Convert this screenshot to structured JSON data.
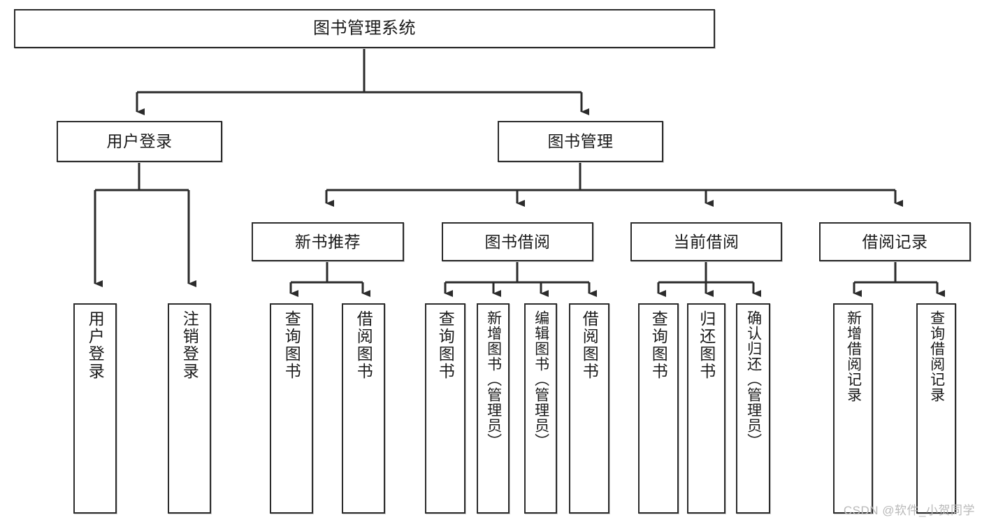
{
  "diagram": {
    "title": "图书管理系统",
    "type": "tree",
    "orientation": "top-down",
    "colors": {
      "background": "#ffffff",
      "node_fill": "#ffffff",
      "node_border": "#2b2b2b",
      "edge": "#2b2b2b",
      "text": "#1a1a1a",
      "watermark": "#b9b9b9"
    },
    "nodes": {
      "root": {
        "label": "图书管理系统"
      },
      "level2": [
        {
          "id": "user-login",
          "label": "用户登录"
        },
        {
          "id": "book-manage",
          "label": "图书管理"
        }
      ],
      "level3": [
        {
          "id": "new-book-recommend",
          "label": "新书推荐"
        },
        {
          "id": "book-borrow",
          "label": "图书借阅"
        },
        {
          "id": "current-borrow",
          "label": "当前借阅"
        },
        {
          "id": "borrow-record",
          "label": "借阅记录"
        }
      ],
      "leaves": {
        "user-login": [
          {
            "id": "leaf-user-login",
            "label": "用户登录"
          },
          {
            "id": "leaf-logout-login",
            "label": "注销登录"
          }
        ],
        "new-book-recommend": [
          {
            "id": "leaf-query-book-1",
            "label": "查询图书"
          },
          {
            "id": "leaf-borrow-book-1",
            "label": "借阅图书"
          }
        ],
        "book-borrow": [
          {
            "id": "leaf-query-book-2",
            "label": "查询图书"
          },
          {
            "id": "leaf-add-book",
            "label": "新增图书（管理员）"
          },
          {
            "id": "leaf-edit-book",
            "label": "编辑图书（管理员）"
          },
          {
            "id": "leaf-borrow-book-2",
            "label": "借阅图书"
          }
        ],
        "current-borrow": [
          {
            "id": "leaf-query-book-3",
            "label": "查询图书"
          },
          {
            "id": "leaf-return-book",
            "label": "归还图书"
          },
          {
            "id": "leaf-confirm-return",
            "label": "确认归还（管理员）"
          }
        ],
        "borrow-record": [
          {
            "id": "leaf-add-record",
            "label": "新增借阅记录"
          },
          {
            "id": "leaf-query-record",
            "label": "查询借阅记录"
          }
        ]
      }
    },
    "watermark": "CSDN @软件_小贺同学"
  }
}
